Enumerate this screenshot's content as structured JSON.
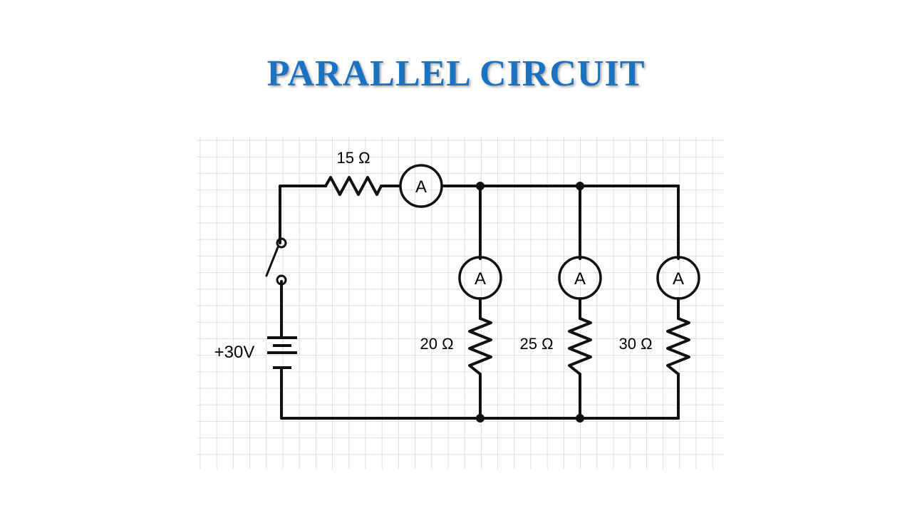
{
  "title": "PARALLEL CIRCUIT",
  "colors": {
    "title": "#1b72c0",
    "wire": "#111111",
    "grid": "#dddddd"
  },
  "circuit": {
    "source_label": "+30V",
    "series_resistor_label": "15 Ω",
    "ammeter_symbol": "A",
    "branches": [
      {
        "resistor_label": "20 Ω"
      },
      {
        "resistor_label": "25 Ω"
      },
      {
        "resistor_label": "30 Ω"
      }
    ]
  }
}
